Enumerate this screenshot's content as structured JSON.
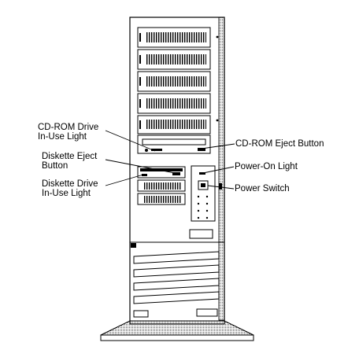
{
  "callouts": {
    "cdrom_drive_in_use_light": "CD-ROM Drive\nIn-Use Light",
    "diskette_eject_button": "Diskette Eject\nButton",
    "diskette_drive_in_use_light": "Diskette Drive\nIn-Use Light",
    "cdrom_eject_button": "CD-ROM Eject Button",
    "power_on_light": "Power-On Light",
    "power_switch": "Power Switch"
  }
}
